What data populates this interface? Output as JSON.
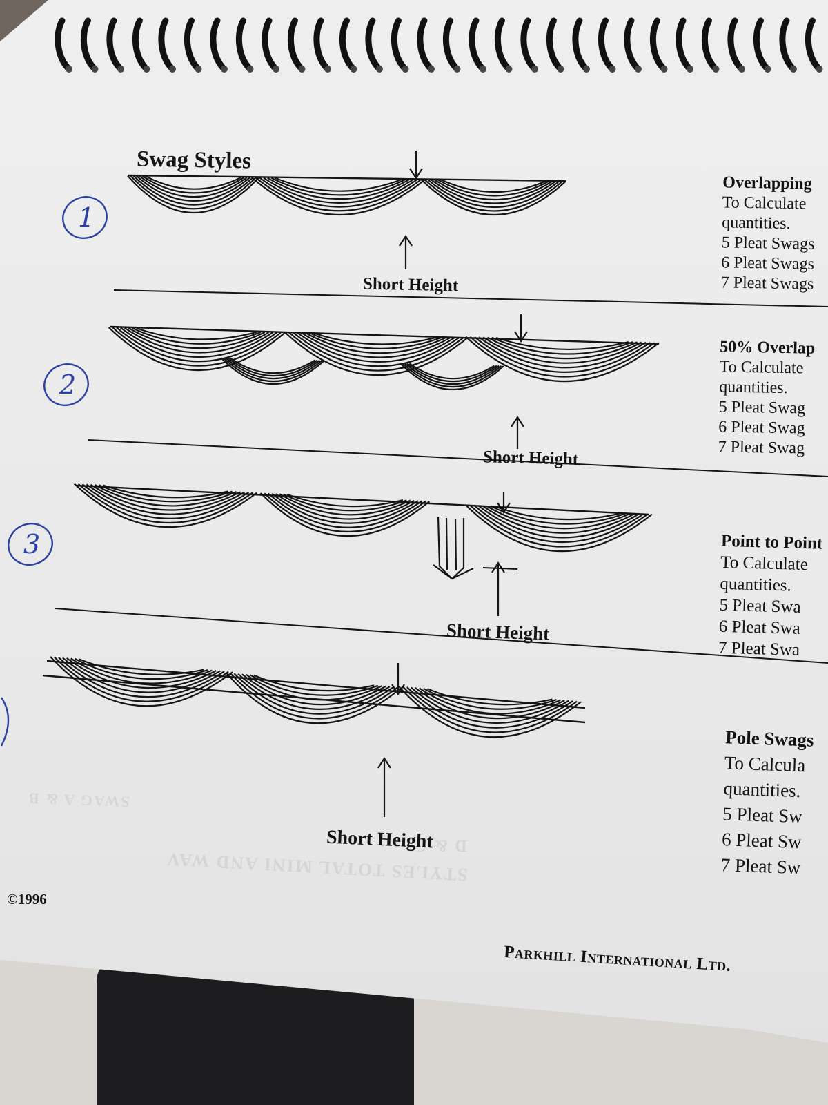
{
  "page": {
    "heading": "Swag Styles",
    "copyright": "©1996",
    "publisher": "Parkhill International Ltd."
  },
  "sections": [
    {
      "number": "1",
      "diagram_label": "Short Height",
      "title": "Overlapping",
      "lines": [
        "To Calculate",
        "quantities.",
        "5 Pleat Swags",
        "6 Pleat Swags",
        "7 Pleat Swags"
      ]
    },
    {
      "number": "2",
      "diagram_label": "Short Height",
      "title": "50% Overlap",
      "lines": [
        "To Calculate",
        "quantities.",
        "5 Pleat Swag",
        "6 Pleat Swag",
        "7 Pleat Swag"
      ]
    },
    {
      "number": "3",
      "diagram_label": "Short Height",
      "title": "Point to Point",
      "lines": [
        "To Calculate",
        "quantities.",
        "5 Pleat Swa",
        "6 Pleat Swa",
        "7 Pleat Swa"
      ]
    },
    {
      "number": "",
      "diagram_label": "Short Height",
      "title": "Pole Swags",
      "lines": [
        "To Calcula",
        "quantities.",
        "5 Pleat Sw",
        "6 Pleat Sw",
        "7 Pleat Sw"
      ]
    }
  ],
  "colors": {
    "ink": "#151515",
    "pen": "#2a3fa8",
    "paper": "#ececec"
  }
}
